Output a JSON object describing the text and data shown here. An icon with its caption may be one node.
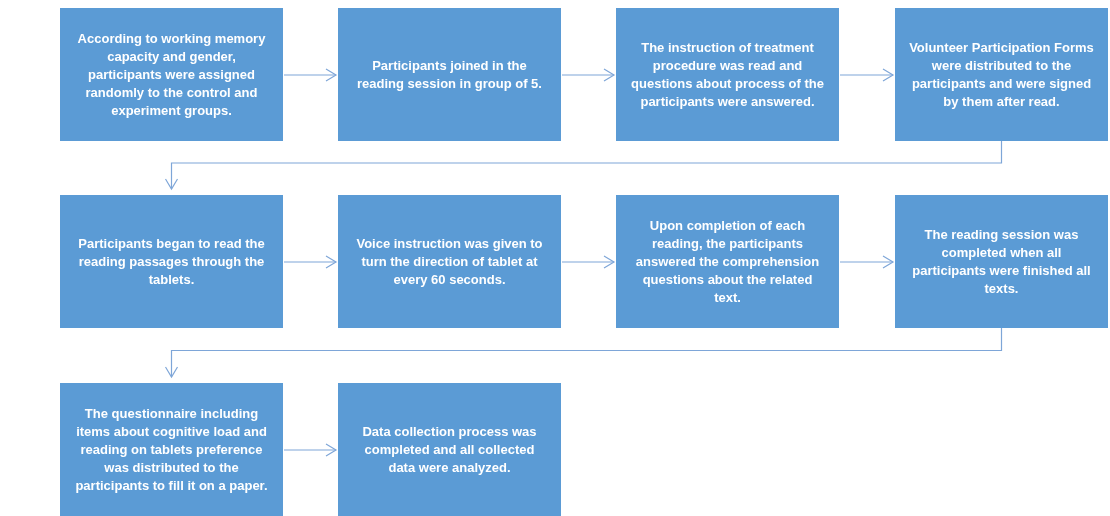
{
  "diagram": {
    "nodes": [
      {
        "text": [
          "According to working memory capacity and gender, participants were assigned randomly to the control and experiment groups."
        ]
      },
      {
        "text": [
          "Participants joined in the reading session in group of 5."
        ]
      },
      {
        "text": [
          "The instruction of treatment procedure was read and questions about process  of the participants were answered."
        ]
      },
      {
        "text": [
          "Volunteer Participation Forms were distributed to the participants and were signed by them after read."
        ]
      },
      {
        "text": [
          "Participants began to read the reading passages through the tablets."
        ]
      },
      {
        "text": [
          "Voice instruction was given to turn the direction of tablet at every 60 seconds."
        ]
      },
      {
        "text": [
          "Upon completion of each reading, the participants answered the comprehension questions about the related text."
        ]
      },
      {
        "text": [
          "The reading session was completed when all participants were finished all texts."
        ]
      },
      {
        "text": [
          "The questionnaire including items about cognitive load and reading on tablets preference was distributed to the participants to fill it on a paper."
        ]
      },
      {
        "text": [
          "Data collection process was completed and all collected data were analyzed."
        ]
      }
    ],
    "edges": [
      {
        "from": 0,
        "to": 1,
        "arrow": "to"
      },
      {
        "from": 1,
        "to": 2,
        "arrow": "to"
      },
      {
        "from": 2,
        "to": 3,
        "arrow": "to"
      },
      {
        "from": 3,
        "to": 4,
        "arrow": "to"
      },
      {
        "from": 4,
        "to": 5,
        "arrow": "to"
      },
      {
        "from": 5,
        "to": 6,
        "arrow": "to"
      },
      {
        "from": 6,
        "to": 7,
        "arrow": "to"
      },
      {
        "from": 7,
        "to": 8,
        "arrow": "to"
      },
      {
        "from": 8,
        "to": 9,
        "arrow": "to"
      }
    ]
  }
}
